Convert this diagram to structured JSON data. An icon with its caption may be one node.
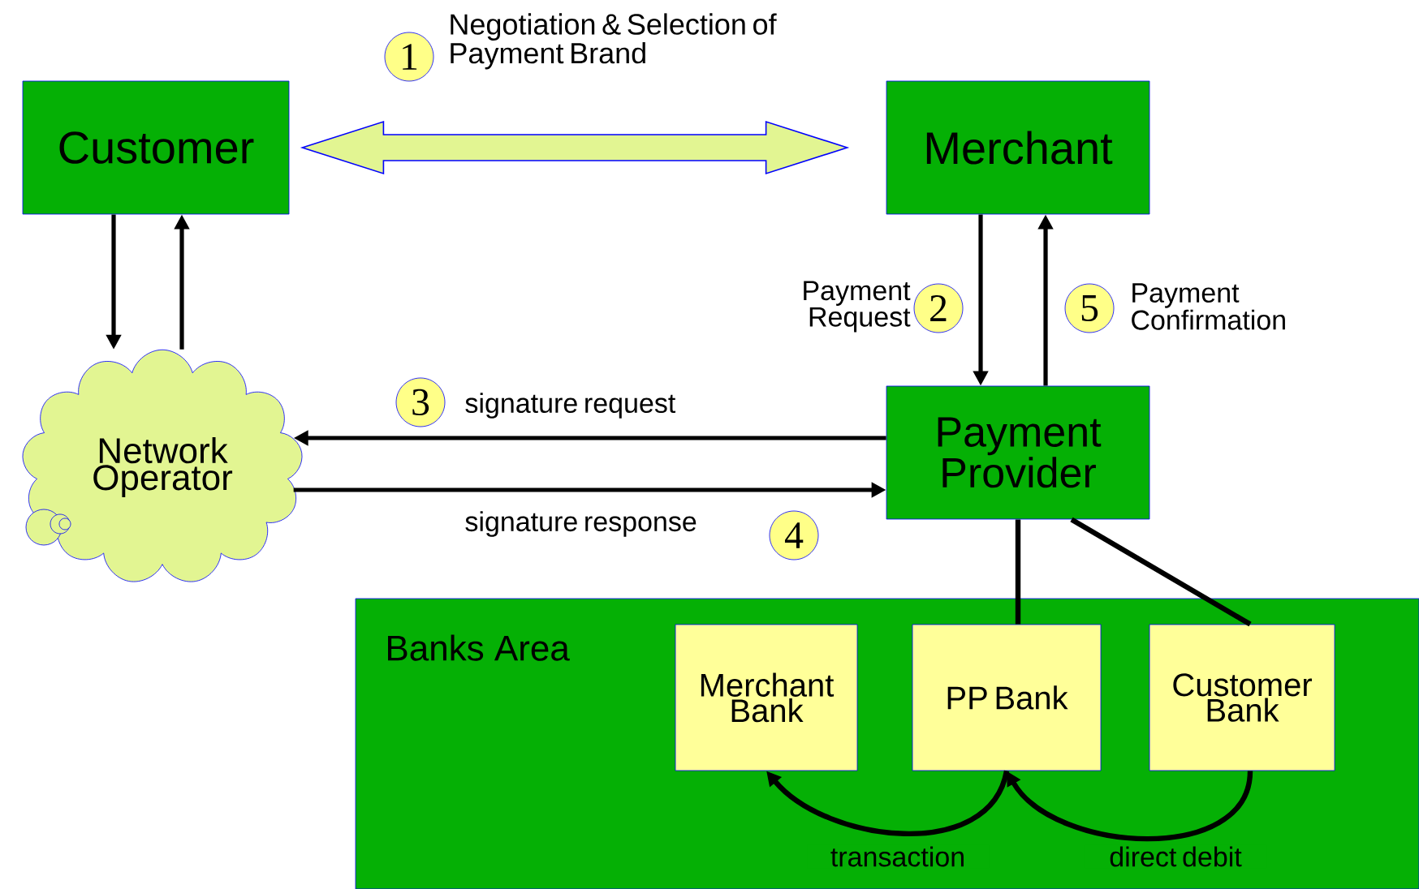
{
  "diagram": {
    "nodes": [
      {
        "text": [
          "Customer"
        ]
      },
      {
        "text": [
          "Merchant"
        ]
      },
      {
        "text": [
          "Network Operator"
        ]
      },
      {
        "text": [
          "Payment Provider"
        ]
      },
      {
        "text": [
          "Banks Area"
        ]
      },
      {
        "text": [
          "Merchant Bank"
        ],
        "in": 4
      },
      {
        "text": [
          "PP Bank"
        ],
        "in": 4
      },
      {
        "text": [
          "Customer Bank"
        ],
        "in": 4
      }
    ],
    "edges": [
      {
        "from": 0,
        "to": 1,
        "arrow": "both",
        "label": "Negotiation & Selection of Payment Brand",
        "style": "thick",
        "color": "#e2f592"
      },
      {
        "from": 0,
        "to": 2,
        "arrow": "to"
      },
      {
        "from": 2,
        "to": 0,
        "arrow": "to"
      },
      {
        "from": 1,
        "to": 3,
        "arrow": "to",
        "label": "Payment Request"
      },
      {
        "from": 3,
        "to": 1,
        "arrow": "to",
        "label": "Payment Confirmation"
      },
      {
        "from": 3,
        "to": 2,
        "arrow": "to",
        "label": "signature request"
      },
      {
        "from": 2,
        "to": 3,
        "arrow": "to",
        "label": "signature response"
      },
      {
        "from": 3,
        "to": 6,
        "arrow": "none"
      },
      {
        "from": 3,
        "to": 7,
        "arrow": "none"
      },
      {
        "from": 6,
        "to": 5,
        "arrow": "to",
        "label": "transaction"
      },
      {
        "from": 7,
        "to": 6,
        "arrow": "to",
        "label": "direct debit"
      }
    ],
    "labels": [
      "1",
      "2",
      "5",
      "3",
      "4"
    ]
  }
}
